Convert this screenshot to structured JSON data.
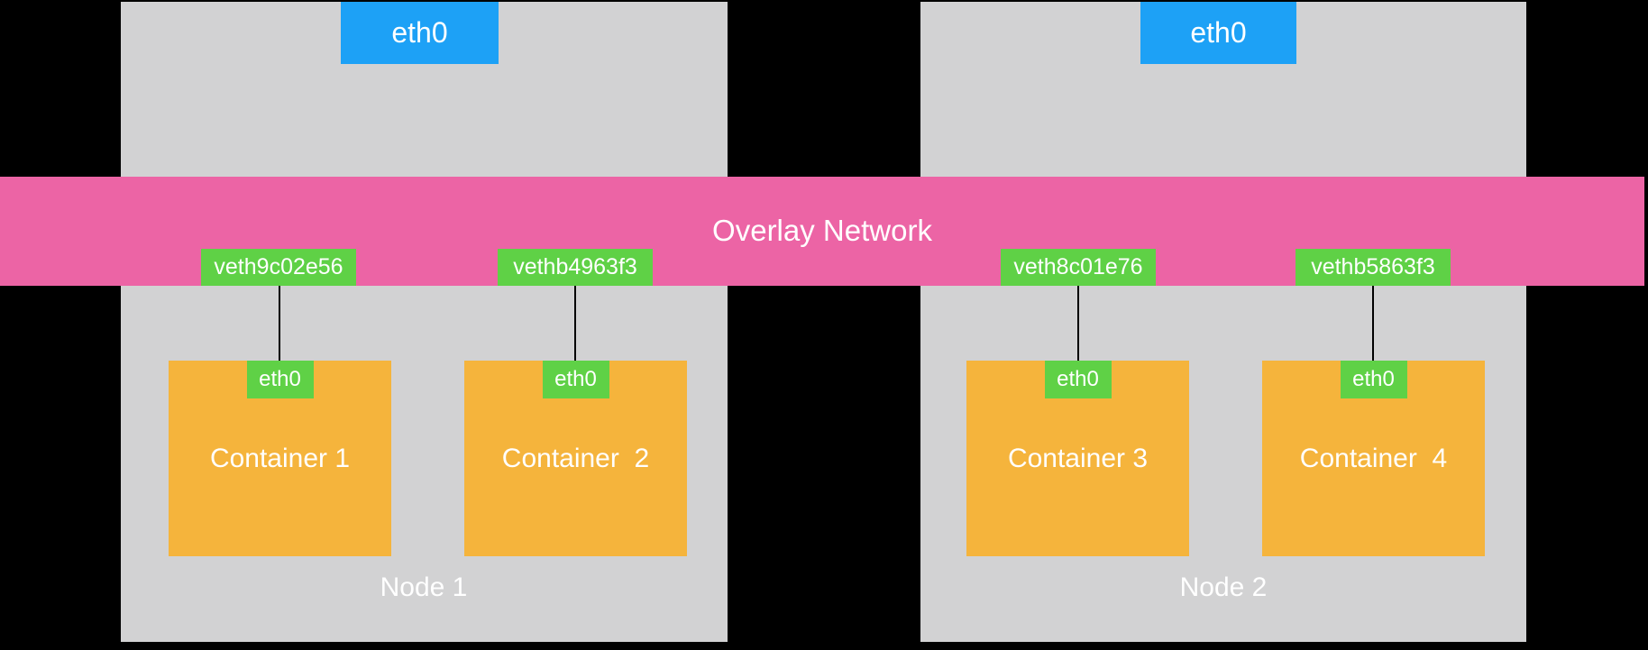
{
  "colors": {
    "background": "#000000",
    "node": "#d2d2d3",
    "overlay": "#ec64a5",
    "interface_blue": "#1da1f6",
    "interface_green": "#5fd146",
    "container": "#f5b43c",
    "text": "#ffffff",
    "line": "#000000"
  },
  "overlay_network": {
    "label": "Overlay Network"
  },
  "nodes": [
    {
      "label": "Node 1",
      "host_interface": "eth0"
    },
    {
      "label": "Node 2",
      "host_interface": "eth0"
    }
  ],
  "veth_interfaces": [
    {
      "label": "veth9c02e56"
    },
    {
      "label": "vethb4963f3"
    },
    {
      "label": "veth8c01e76"
    },
    {
      "label": "vethb5863f3"
    }
  ],
  "containers": [
    {
      "title": "Container 1",
      "interface": "eth0"
    },
    {
      "title": "Container  2",
      "interface": "eth0"
    },
    {
      "title": "Container 3",
      "interface": "eth0"
    },
    {
      "title": "Container  4",
      "interface": "eth0"
    }
  ]
}
